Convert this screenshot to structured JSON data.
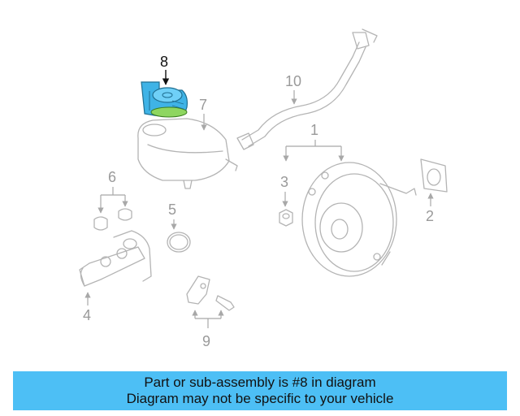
{
  "diagram": {
    "callouts": [
      "8",
      "7",
      "10",
      "1",
      "6",
      "5",
      "3",
      "2",
      "4",
      "9"
    ],
    "highlighted_part": "8",
    "highlight_color": "#3fb3e6"
  },
  "banner": {
    "line1": "Part or sub-assembly is #8 in diagram",
    "line2": "Diagram may not be specific to your vehicle",
    "background": "#4dbff5"
  }
}
